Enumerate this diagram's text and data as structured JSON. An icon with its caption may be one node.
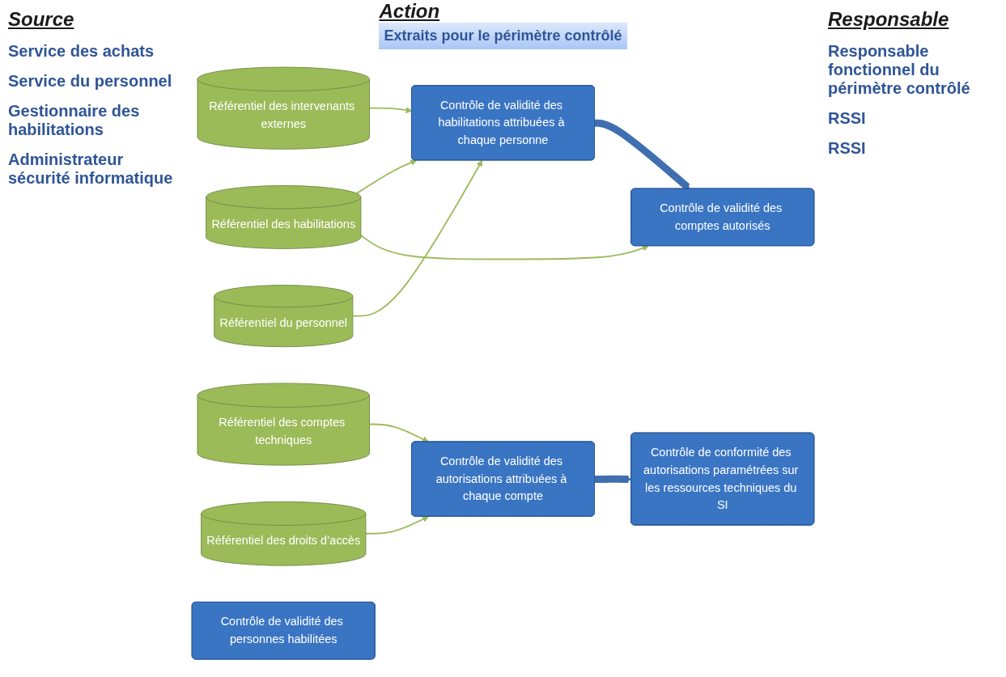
{
  "diagram": {
    "nodes": [
      {
        "text": [
          "Référentiel des intervenants externes"
        ]
      },
      {
        "text": [
          "Référentiel du personnel"
        ]
      },
      {
        "text": [
          "Référentiel des habilitations"
        ]
      },
      {
        "text": [
          "Référentiel des comptes techniques"
        ]
      },
      {
        "text": [
          "Référentiel des droits d’accès"
        ]
      },
      {
        "text": [
          "Contrôle de validité des personnes habilitées"
        ]
      },
      {
        "text": [
          "Contrôle de validité des habilitations attribuées à chaque personne"
        ]
      },
      {
        "text": [
          "Contrôle de validité des comptes autorisés"
        ]
      },
      {
        "text": [
          "Contrôle de validité des autorisations attribuées à chaque compte"
        ]
      },
      {
        "text": [
          "Contrôle de conformité des autorisations paramétrées sur les ressources techniques du SI"
        ]
      }
    ],
    "edges": [
      {
        "from": 0,
        "to": 6,
        "arrow": "to"
      },
      {
        "from": 1,
        "to": 6,
        "arrow": "to"
      },
      {
        "from": 2,
        "to": 6,
        "arrow": "to"
      },
      {
        "from": 2,
        "to": 7,
        "arrow": "to"
      },
      {
        "from": 3,
        "to": 8,
        "arrow": "to"
      },
      {
        "from": 4,
        "to": 8,
        "arrow": "to"
      },
      {
        "from": 6,
        "to": 7,
        "arrow": "to",
        "style": "thick",
        "color": "#3f6fb0"
      },
      {
        "from": 8,
        "to": 9,
        "arrow": "to",
        "style": "thick",
        "color": "#3f6fb0"
      }
    ],
    "labels": [
      "Source",
      "Action",
      "Responsable",
      "Extraits pour le périmètre contrôlé",
      "Service des achats",
      "Responsable fonctionnel du périmètre contrôlé",
      "Service du personnel",
      "Gestionnaire des habilitations",
      "RSSI",
      "Administrateur sécurité informatique",
      "RSSI"
    ]
  }
}
